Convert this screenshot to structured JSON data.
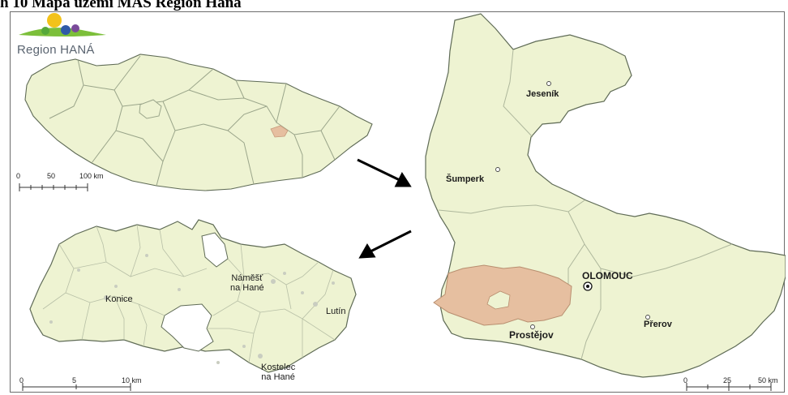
{
  "caption": "h 10  Mapa území MAS Region Haná",
  "logo": {
    "text": "Region HANÁ"
  },
  "colors": {
    "land": "#eef3d2",
    "border": "#9aa58a",
    "highlight": "#e6bfa0",
    "outline": "#5f6b56"
  },
  "overview_map": {
    "scale": {
      "labels": [
        "0",
        "50",
        "100 km"
      ]
    }
  },
  "detail_map": {
    "towns": [
      {
        "name": "Konice"
      },
      {
        "name": "Náměšť\nna Hané"
      },
      {
        "name": "Lutín"
      },
      {
        "name": "Kostelec\nna Hané"
      }
    ],
    "scale": {
      "labels": [
        "0",
        "5",
        "10 km"
      ]
    }
  },
  "region_map": {
    "cities": [
      {
        "name": "Jeseník"
      },
      {
        "name": "Šumperk"
      },
      {
        "name": "OLOMOUC"
      },
      {
        "name": "Přerov"
      },
      {
        "name": "Prostějov"
      }
    ],
    "scale": {
      "labels": [
        "0",
        "25",
        "50 km"
      ]
    }
  }
}
